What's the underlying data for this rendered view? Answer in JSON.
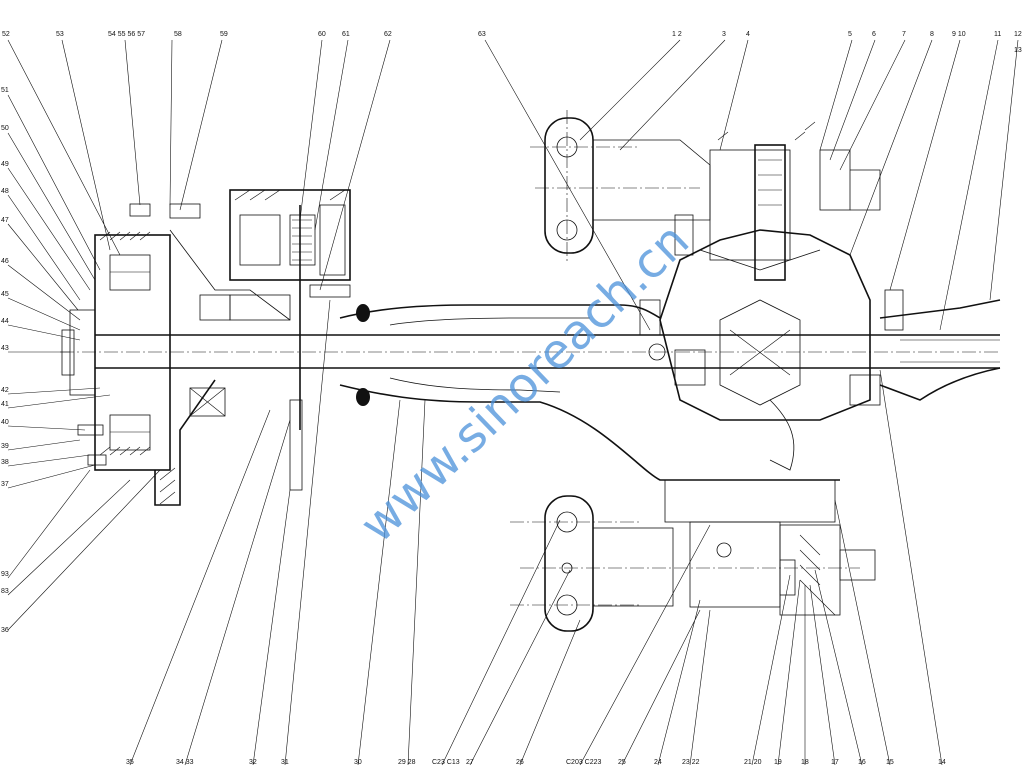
{
  "drawing": {
    "watermark": "www.sinoreach.cn",
    "labels_top": [
      "52",
      "53",
      "54 55 56 57",
      "58",
      "59",
      "60",
      "61",
      "62",
      "63",
      "1 2",
      "3",
      "4",
      "5",
      "6",
      "7",
      "8",
      "9 10",
      "11",
      "12",
      "13"
    ],
    "labels_left": [
      "51",
      "50",
      "49",
      "48",
      "47",
      "46",
      "45",
      "44",
      "43",
      "42",
      "41",
      "40",
      "39",
      "38",
      "37",
      "93",
      "83",
      "36"
    ],
    "labels_bottom": [
      "35",
      "34 33",
      "32",
      "31",
      "30",
      "29 28",
      "C23 C13",
      "27",
      "26",
      "C203 C223",
      "25",
      "24",
      "23 22",
      "21 20",
      "19",
      "18",
      "17",
      "16",
      "15",
      "14"
    ]
  }
}
